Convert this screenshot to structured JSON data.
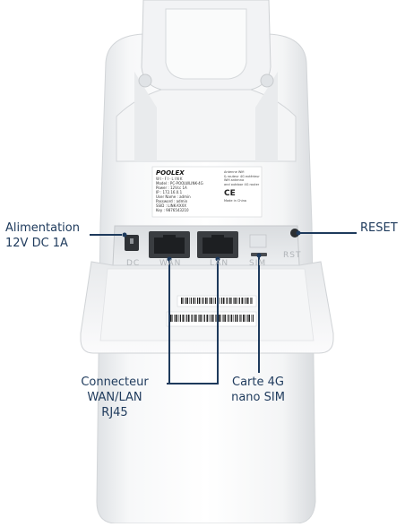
{
  "callouts": {
    "power": {
      "line1": "Alimentation",
      "line2": "12V DC 1A"
    },
    "reset": {
      "line1": "RESET"
    },
    "connector": {
      "line1": "Connecteur",
      "line2": "WAN/LAN",
      "line3": "RJ45"
    },
    "sim": {
      "line1": "Carte 4G",
      "line2": "nano SIM"
    }
  },
  "device_label": {
    "brand": "POOLEX",
    "sub_brand": "WI-FI-LINK",
    "model": "Model : PC-POOLWLINK-4G",
    "power": "Power : 12Vcc  1A",
    "ip": "IP : 172.16.0.1",
    "user": "User Name : admin",
    "password": "Password : admin",
    "ssid": "SSID : LINK-XXXX",
    "key": "Key : 9876543210",
    "desc1": "Antenne Wifi",
    "desc2": "& routeur 4G extérieur",
    "desc3": "Wifi antenna",
    "desc4": "and outdoor 4G router",
    "ce": "CE",
    "made_in": "Made in China"
  },
  "ports": {
    "dc": "DC",
    "wan": "WAN",
    "lan": "LAN",
    "sim": "SIM",
    "rst": "RST"
  },
  "colors": {
    "accent": "#1e3a5c",
    "device_body": "#eef0f2",
    "port_dark": "#3a3d41"
  }
}
